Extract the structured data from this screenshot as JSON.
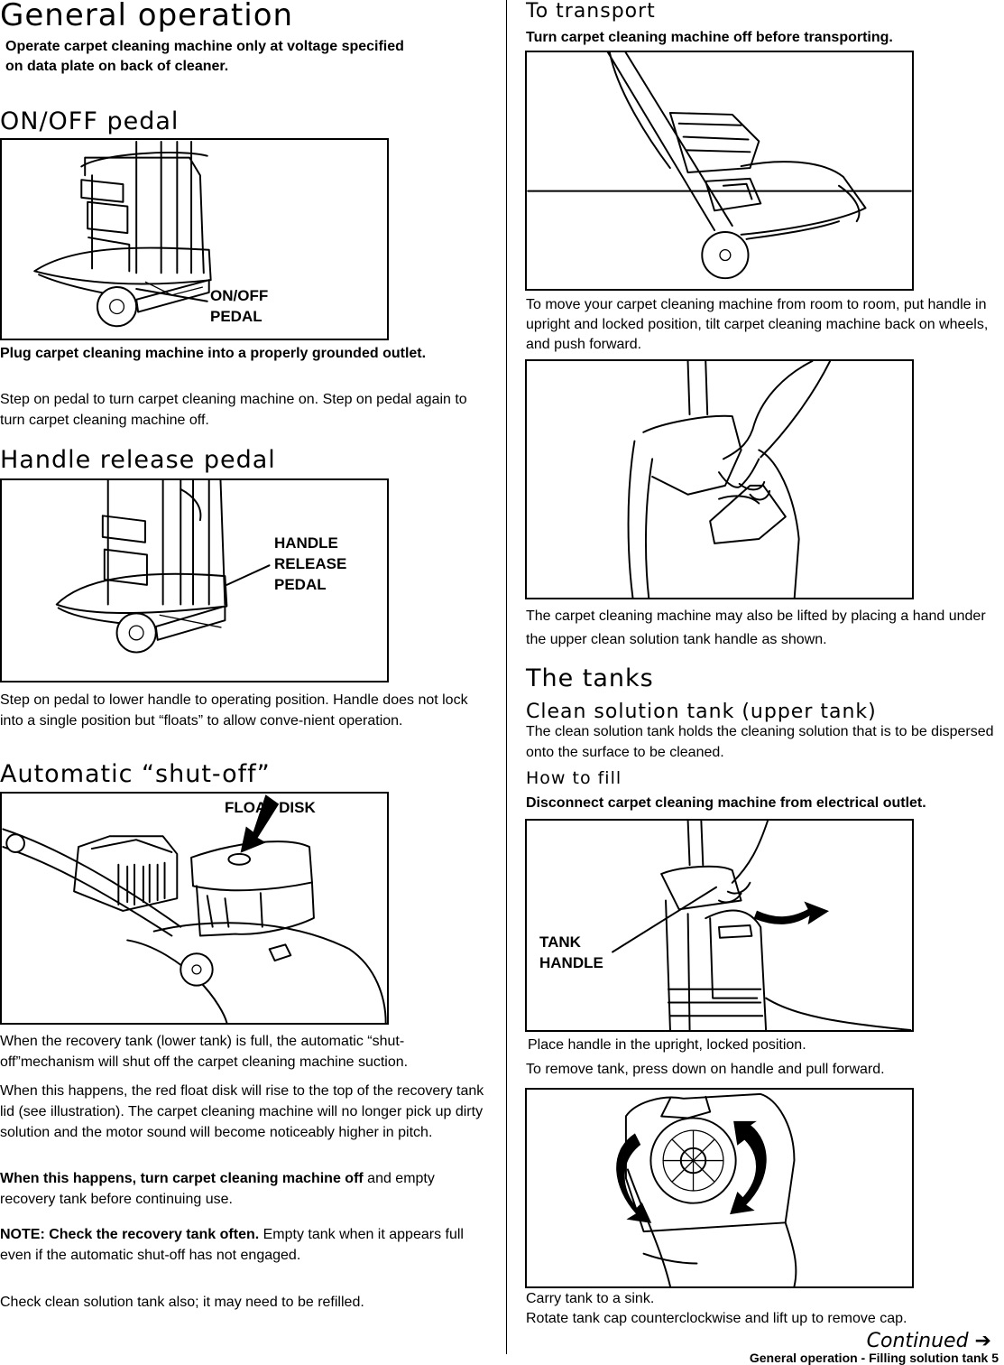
{
  "left": {
    "general_operation": {
      "title": "General operation",
      "warning_line1": "Operate carpet cleaning machine only at voltage specified",
      "warning_line2": "on data plate on back of cleaner."
    },
    "on_off": {
      "title": "ON/OFF pedal",
      "label_line1": "ON/OFF",
      "label_line2": "PEDAL",
      "bold_text": "Plug carpet cleaning machine into a properly grounded outlet.",
      "text": "Step on pedal to turn carpet cleaning machine on.  Step on pedal again to turn carpet cleaning machine off."
    },
    "handle_release": {
      "title": "Handle release pedal",
      "label_line1": "HANDLE",
      "label_line2": "RELEASE",
      "label_line3": "PEDAL",
      "text": "Step on pedal to lower handle to operating position.  Handle does not lock into a single position but “floats” to allow conve-nient operation."
    },
    "shutoff": {
      "title": "Automatic “shut-off”",
      "label": "FLOAT DISK",
      "para1": "When the recovery tank (lower tank) is full, the automatic “shut-off”mechanism will shut off the carpet cleaning machine suction.",
      "para2": "When this happens, the red float disk will rise to the top of the recovery tank lid (see illustration).  The carpet cleaning machine will no longer pick up dirty solution and the motor sound will become noticeably higher in pitch.",
      "para3_bold": "When this happens, turn carpet cleaning machine off",
      "para3_rest": " and empty recovery tank before continuing use.",
      "note_bold": "NOTE:  Check the recovery tank often.",
      "note_rest": "  Empty tank when it appears full even if the automatic shut-off has not engaged.",
      "check": "Check clean solution tank also; it may need to be refilled."
    }
  },
  "right": {
    "transport": {
      "title": "To transport",
      "bold": "Turn carpet cleaning machine off before transporting.",
      "para1": "To move your carpet cleaning machine from room to room, put handle in upright and locked position, tilt carpet cleaning machine back on wheels, and push forward.",
      "para2": "The carpet cleaning machine may also be lifted by placing a hand under the upper clean solution tank handle as shown."
    },
    "tanks": {
      "title": "The tanks",
      "subtitle": "Clean solution tank (upper tank)",
      "text": "The clean solution tank holds the cleaning solution that is to be dispersed onto the surface to be cleaned."
    },
    "fill": {
      "title": "How to fill",
      "bold": "Disconnect carpet cleaning machine from electrical outlet.",
      "label_line1": "TANK",
      "label_line2": "HANDLE",
      "step1": "Place handle in the upright, locked position.",
      "step2": "To remove tank, press down on handle and pull forward.",
      "step3": "Carry tank to a sink.",
      "step4": "Rotate tank cap counterclockwise and lift up to remove cap."
    }
  },
  "footer": {
    "continued": "Continued ➔",
    "running": "General operation - Filling solution tank  5"
  }
}
